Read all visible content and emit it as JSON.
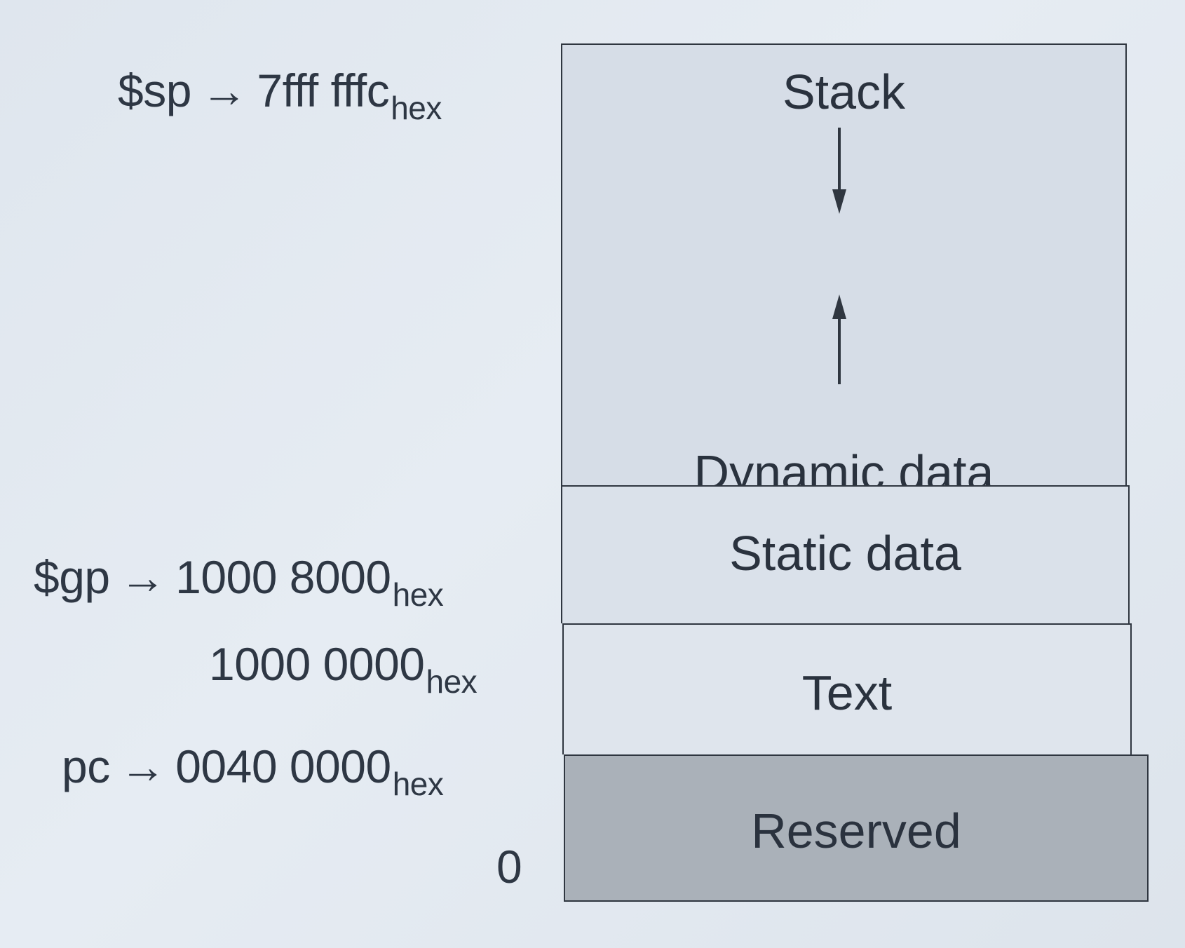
{
  "segments": {
    "stack": "Stack",
    "dynamic_data": "Dynamic data",
    "static_data": "Static data",
    "text": "Text",
    "reserved": "Reserved"
  },
  "addresses": {
    "sp": {
      "pointer": "$sp",
      "arrow": "→",
      "value": "7fff fffc",
      "suffix": "hex"
    },
    "gp": {
      "pointer": "$gp",
      "arrow": "→",
      "value": "1000 8000",
      "suffix": "hex"
    },
    "data_start": {
      "value": "1000 0000",
      "suffix": "hex"
    },
    "pc": {
      "pointer": "pc",
      "arrow": "→",
      "value": "0040 0000",
      "suffix": "hex"
    },
    "zero": {
      "value": "0"
    }
  },
  "colors": {
    "stack_region": "#d6dde7",
    "static_region": "#dae1ea",
    "text_region": "#dfe5ed",
    "reserved_region": "#aab1b9",
    "border": "#2f3640"
  }
}
